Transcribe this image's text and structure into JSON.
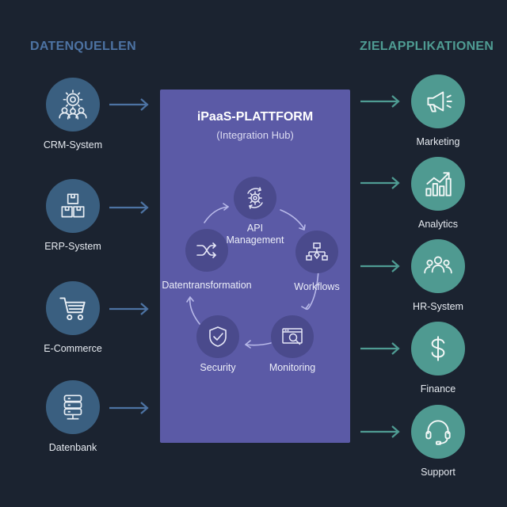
{
  "left_title": "DATENQUELLEN",
  "right_title": "ZIELAPPLIKATIONEN",
  "sources": [
    {
      "label": "CRM-System",
      "icon": "crm-gear-people-icon"
    },
    {
      "label": "ERP-System",
      "icon": "boxes-icon"
    },
    {
      "label": "E-Commerce",
      "icon": "shopping-cart-icon"
    },
    {
      "label": "Datenbank",
      "icon": "database-icon"
    }
  ],
  "targets": [
    {
      "label": "Marketing",
      "icon": "megaphone-icon"
    },
    {
      "label": "Analytics",
      "icon": "bar-chart-icon"
    },
    {
      "label": "HR-System",
      "icon": "people-group-icon"
    },
    {
      "label": "Finance",
      "icon": "dollar-icon"
    },
    {
      "label": "Support",
      "icon": "headset-icon"
    }
  ],
  "hub": {
    "title": "iPaaS-PLATTFORM",
    "subtitle": "(Integration Hub)",
    "api_line1": "API",
    "api_line2": "Management",
    "workflows": "Workflows",
    "monitoring": "Monitoring",
    "security": "Security",
    "transformation": "Datentransformation"
  },
  "colors": {
    "background": "#1b2330",
    "source_circle": "#3a5f80",
    "target_circle": "#4f9a91",
    "hub": "#5b5aa6",
    "arrow_source": "#4d73a3",
    "arrow_target": "#4f9c93"
  }
}
